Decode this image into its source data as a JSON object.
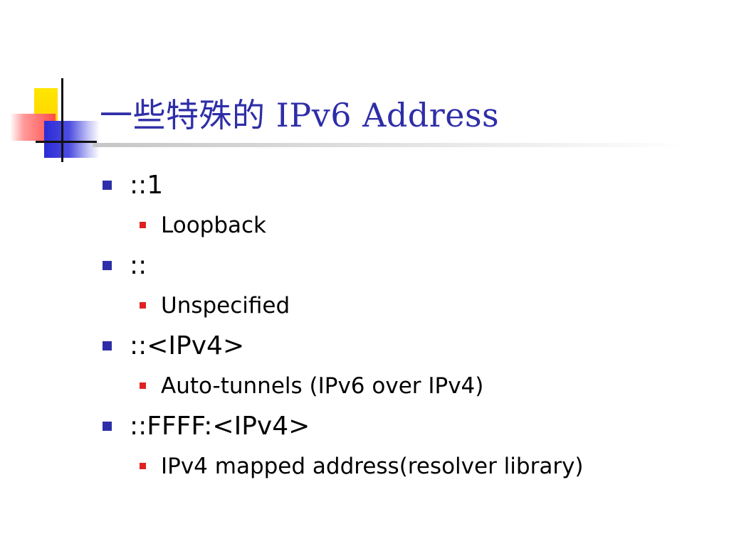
{
  "slide": {
    "title": "一些特殊的 IPv6 Address",
    "colors": {
      "title": "#2e2ea8",
      "bullet_primary": "#2e2ea8",
      "bullet_secondary": "#e02020",
      "logo_yellow": "#ffd400",
      "logo_red": "#ff4b4b",
      "logo_blue": "#2b2bd6"
    },
    "items": [
      {
        "label": "::1",
        "sub": "Loopback"
      },
      {
        "label": "::",
        "sub": "Unspecified"
      },
      {
        "label": "::<IPv4>",
        "sub": "Auto-tunnels (IPv6 over IPv4)"
      },
      {
        "label": "::FFFF:<IPv4>",
        "sub": "IPv4 mapped address(resolver library)"
      }
    ]
  }
}
